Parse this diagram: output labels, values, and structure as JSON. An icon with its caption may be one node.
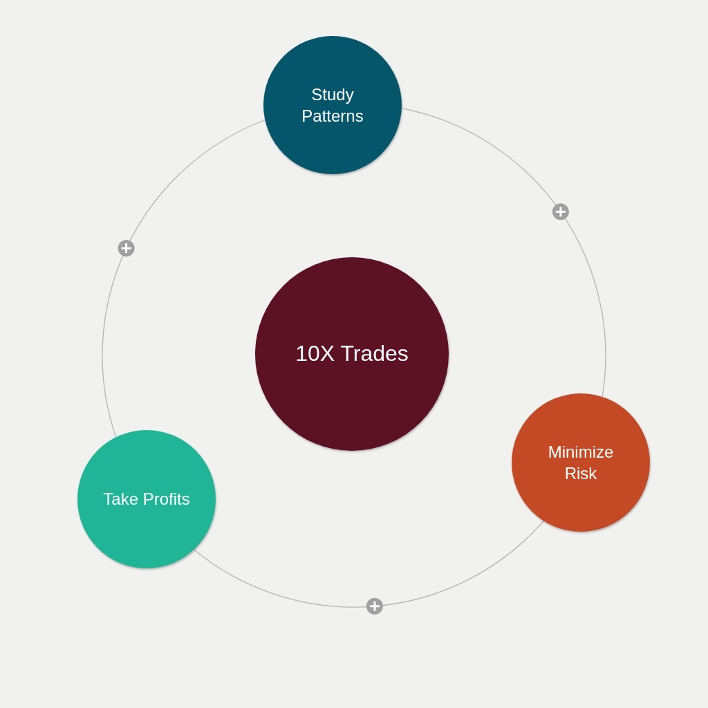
{
  "diagram": {
    "nodes": [
      {
        "text": [
          "Study Patterns"
        ]
      },
      {
        "text": [
          "10X Trades"
        ]
      },
      {
        "text": [
          "Minimize Risk"
        ]
      },
      {
        "text": [
          "Take Profits"
        ]
      }
    ],
    "edges": [
      {
        "from": 0,
        "to": 2,
        "arrow": "none"
      },
      {
        "from": 2,
        "to": 3,
        "arrow": "none"
      },
      {
        "from": 3,
        "to": 0,
        "arrow": "none"
      }
    ]
  }
}
